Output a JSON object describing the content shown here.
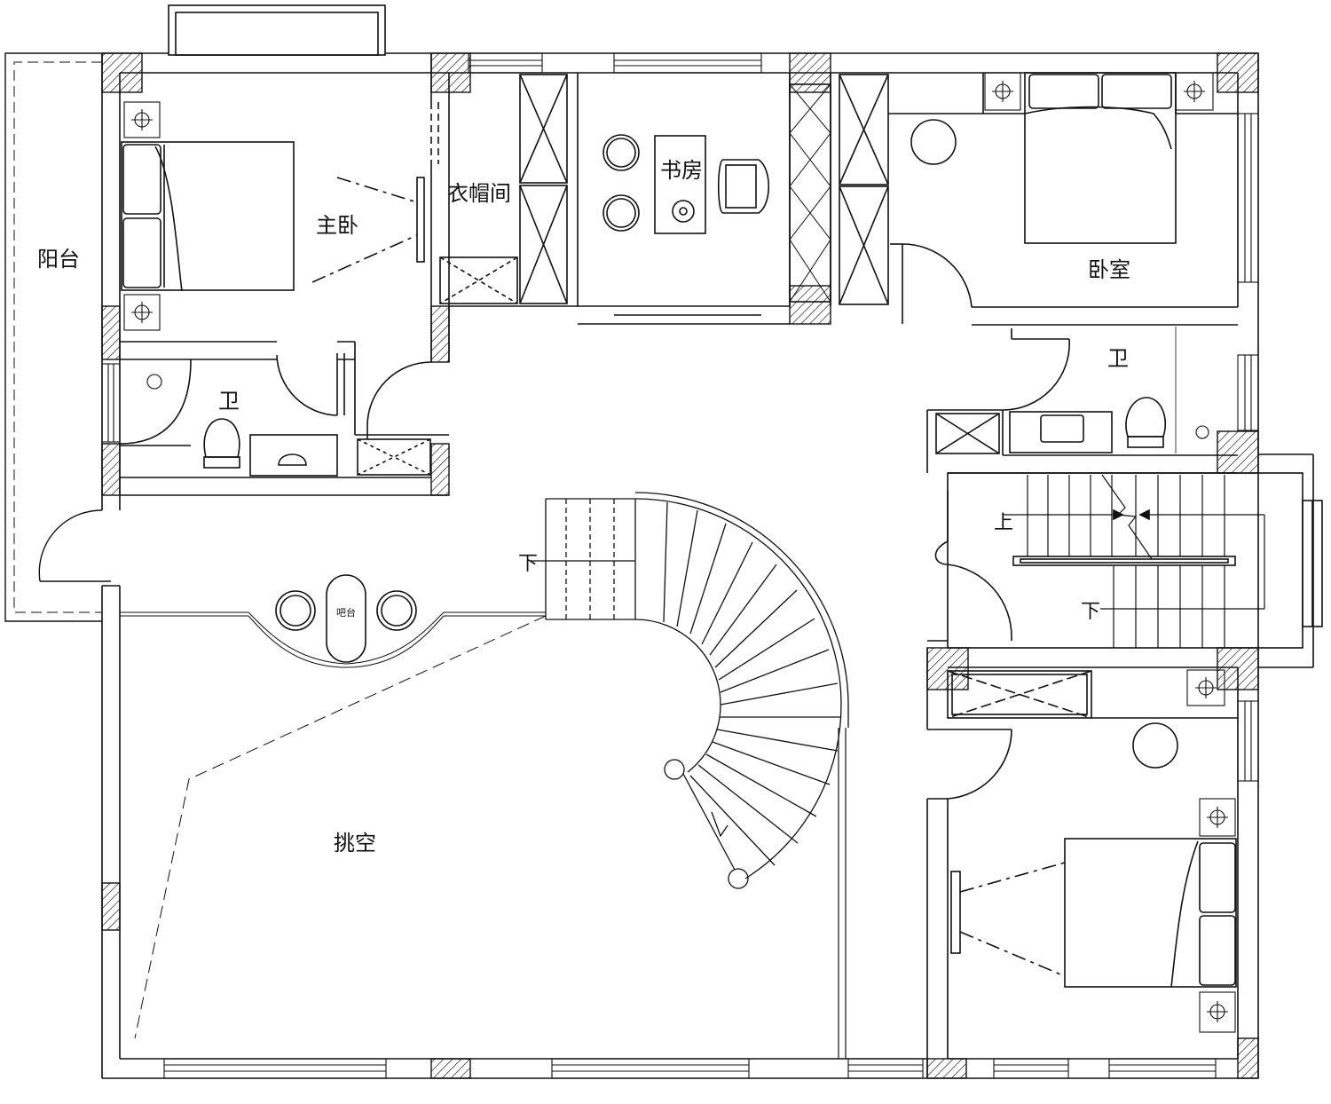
{
  "rooms": {
    "balcony": "阳台",
    "master_bedroom": "主卧",
    "walk_in_closet": "衣帽间",
    "study": "书房",
    "bedroom_ne": "卧室",
    "bath_w": "卫",
    "bath_e": "卫",
    "void": "挑空",
    "bar": "吧台"
  },
  "stairs": {
    "spiral_down": "下",
    "straight_up": "上",
    "straight_down": "下"
  },
  "colors": {
    "line": "#111111",
    "hatch": "#111111",
    "background": "#ffffff"
  }
}
